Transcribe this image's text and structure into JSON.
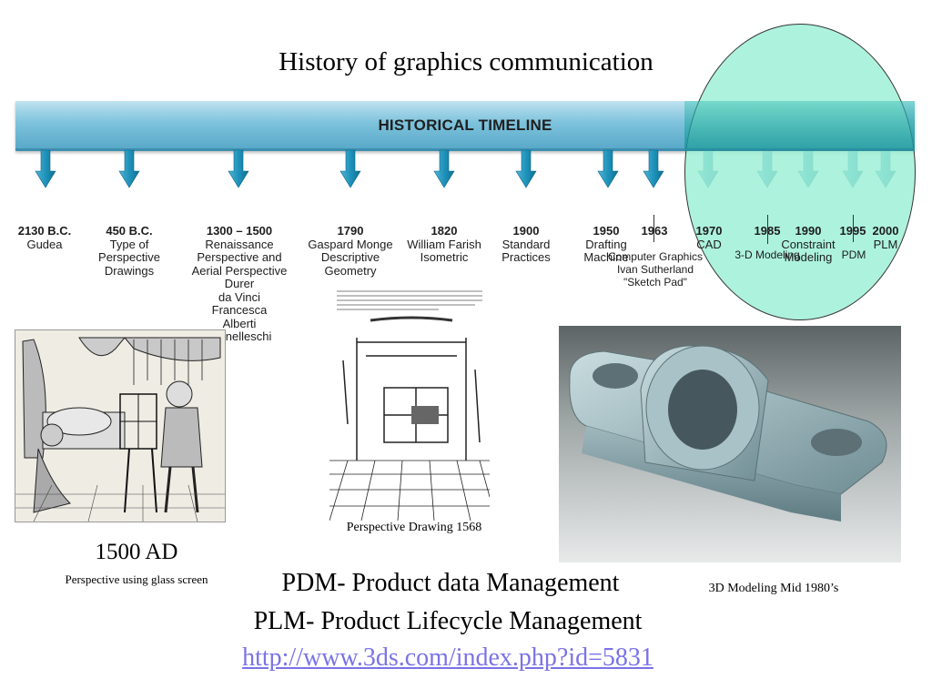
{
  "slide": {
    "title": "History of graphics communication",
    "timeline_heading": "HISTORICAL TIMELINE"
  },
  "events": [
    {
      "year": "2130 B.C.",
      "label": "Gudea"
    },
    {
      "year": "450 B.C.",
      "label": "Type of\nPerspective\nDrawings"
    },
    {
      "year": "1300 – 1500",
      "label": "Renaissance\nPerspective and\nAerial Perspective\nDurer\nda Vinci\nFrancesca\nAlberti\nBrunelleschi"
    },
    {
      "year": "1790",
      "label": "Gaspard Monge\nDescriptive\nGeometry"
    },
    {
      "year": "1820",
      "label": "William Farish\nIsometric"
    },
    {
      "year": "1900",
      "label": "Standard\nPractices"
    },
    {
      "year": "1950",
      "label": "Drafting\nMachine"
    },
    {
      "year": "1963",
      "label": ""
    },
    {
      "year": "1970",
      "label": "CAD"
    },
    {
      "year": "1985",
      "label": ""
    },
    {
      "year": "1990",
      "label": "Constraint\nModeling"
    },
    {
      "year": "1995",
      "label": ""
    },
    {
      "year": "2000",
      "label": "PLM"
    }
  ],
  "sub_labels": {
    "computer_graphics": "Computer Graphics\nIvan Sutherland\n\"Sketch Pad\"",
    "modeling_3d": "3-D Modeling",
    "pdm": "PDM"
  },
  "captions": {
    "ad_1500": "1500 AD",
    "glass_screen": "Perspective using glass screen",
    "perspective_1568": "Perspective Drawing 1568",
    "modeling_mid_1980s": "3D Modeling  Mid 1980’s"
  },
  "footer": {
    "pdm_line": "PDM- Product data Management",
    "plm_line": "PLM- Product Lifecycle Management",
    "link": "http://www.3ds.com/index.php?id=5831"
  },
  "colors": {
    "timeline_bar": "#7ec3dd",
    "arrow": "#1e8fb5",
    "highlight_circle": "#9ff0d6",
    "link": "#7a73e6"
  }
}
